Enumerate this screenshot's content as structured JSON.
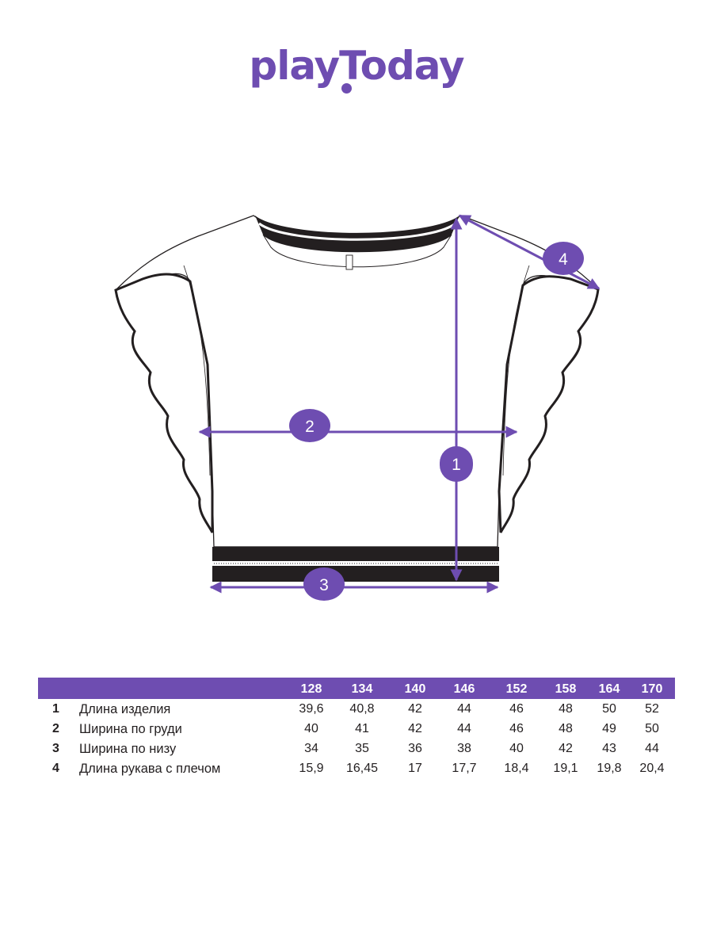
{
  "brand": {
    "logo_text": "playToday",
    "brand_color": "#6e4db1"
  },
  "diagram": {
    "markers": [
      "1",
      "2",
      "3",
      "4"
    ],
    "marker_color": "#6e4db1"
  },
  "table": {
    "sizes": [
      "128",
      "134",
      "140",
      "146",
      "152",
      "158",
      "164",
      "170"
    ],
    "rows": [
      {
        "num": "1",
        "name": "Длина изделия",
        "values": [
          "39,6",
          "40,8",
          "42",
          "44",
          "46",
          "48",
          "50",
          "52"
        ]
      },
      {
        "num": "2",
        "name": "Ширина по груди",
        "values": [
          "40",
          "41",
          "42",
          "44",
          "46",
          "48",
          "49",
          "50"
        ]
      },
      {
        "num": "3",
        "name": "Ширина по низу",
        "values": [
          "34",
          "35",
          "36",
          "38",
          "40",
          "42",
          "43",
          "44"
        ]
      },
      {
        "num": "4",
        "name": "Длина рукава с плечом",
        "values": [
          "15,9",
          "16,45",
          "17",
          "17,7",
          "18,4",
          "19,1",
          "19,8",
          "20,4"
        ]
      }
    ]
  }
}
